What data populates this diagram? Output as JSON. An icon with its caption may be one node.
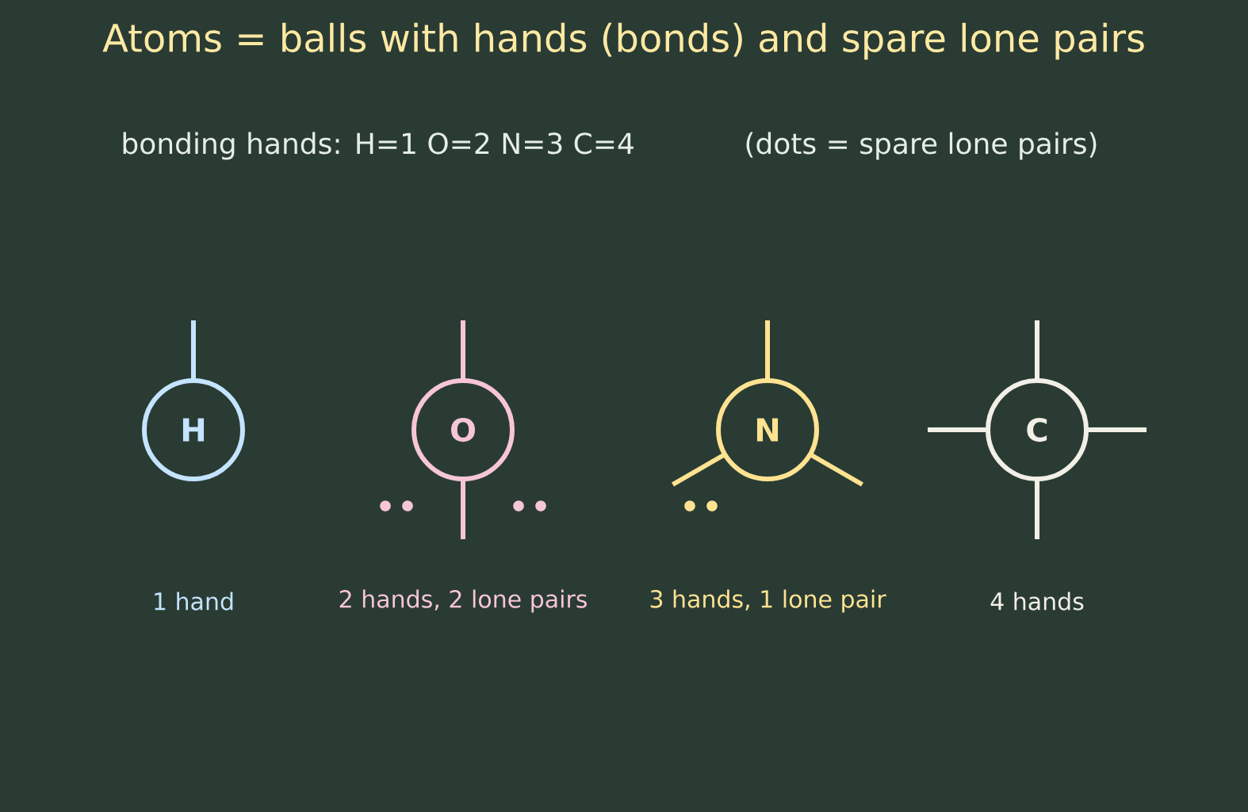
{
  "diagram": {
    "title": "Atoms = balls with hands (bonds) and spare lone pairs",
    "nodes": [
      {
        "text": [
          "H"
        ]
      },
      {
        "text": [
          "O"
        ]
      },
      {
        "text": [
          "N"
        ]
      },
      {
        "text": [
          "C"
        ]
      }
    ],
    "labels": [
      "bonding hands: H=1 O=2 N=3 C=4",
      "(dots = spare lone pairs)",
      "1 hand",
      "2 hands, 2 lone pairs",
      "3 hands, 1 lone pair",
      "4 hands"
    ]
  }
}
